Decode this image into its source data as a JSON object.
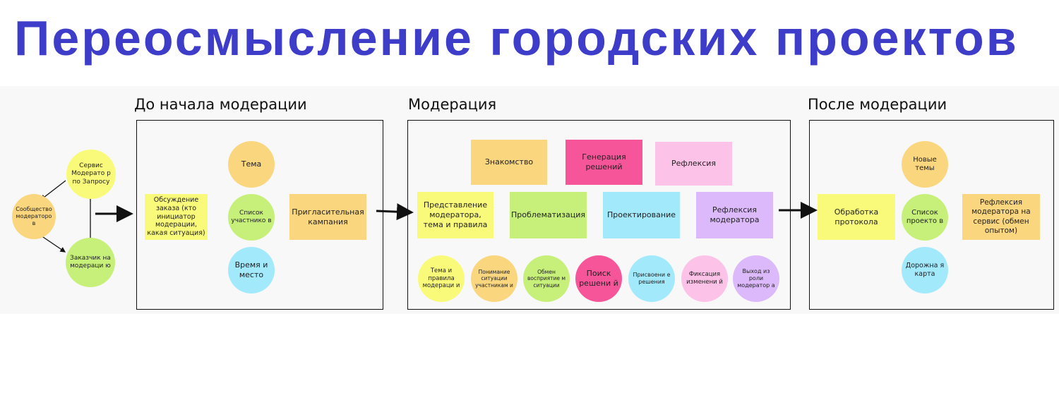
{
  "title": "Переосмысление городских проектов",
  "sections": {
    "before": "До начала модерации",
    "moderation": "Модерация",
    "after": "После модерации"
  },
  "colors": {
    "title": "#3d3dc9",
    "yellow": "#fafa7a",
    "orange": "#fad67f",
    "green": "#c6f07a",
    "cyan": "#a2e9fc",
    "pink": "#f7559a",
    "light_pink": "#fdc2e8",
    "purple": "#dcb9fa"
  },
  "left_cycle": {
    "service": "Сервис Модерато р по Запросу",
    "community": "Сообщество модераторо в",
    "client": "Заказчик на модераци ю"
  },
  "before": {
    "order": "Обсуждение заказа (кто инициатор модерации, какая ситуация)",
    "topic": "Тема",
    "participants": "Список участнико в",
    "time_place": "Время и место",
    "campaign": "Пригласительная кампания"
  },
  "moderation": {
    "top": [
      "Знакомство",
      "Генерация решений",
      "Рефлексия"
    ],
    "middle": [
      "Представление модератора, тема и правила",
      "Проблематизация",
      "Проектирование",
      "Рефлексия модератора"
    ],
    "circles": [
      "Тема и правила модераци и",
      "Понимание ситуации участникам и",
      "Обмен восприятие м ситуации",
      "Поиск решени й",
      "Присвоени е решения",
      "Фиксация изменени й",
      "Выход из роли модератор а"
    ]
  },
  "after": {
    "protocol": "Обработка протокола",
    "new_topics": "Новые темы",
    "projects": "Список проекто в",
    "roadmap": "Дорожна я карта",
    "reflection": "Рефлексия модератора на сервис (обмен опытом)"
  }
}
